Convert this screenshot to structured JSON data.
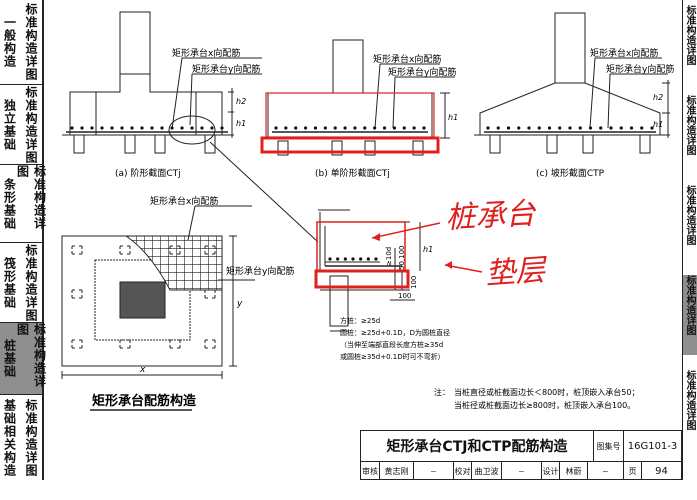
{
  "sidebar": {
    "sections": [
      {
        "col1": "一般构造",
        "col2": "标准构造详图"
      },
      {
        "col1": "独立基础",
        "col2": "标准构造详图"
      },
      {
        "col1": "条形基础",
        "col2": "标准构造详图"
      },
      {
        "col1": "筏形基础",
        "col2": "标准构造详图"
      },
      {
        "col1": "桩基础",
        "col2": "标准构造详图"
      },
      {
        "col1": "基础相关构造",
        "col2": "标准构造详图"
      }
    ]
  },
  "right_edge": [
    "标准构造详图",
    "标准构造详图",
    "标准构造详图",
    "标准构造详图",
    "标准构造详图"
  ],
  "diagrams": {
    "a": {
      "caption": "(a) 阶形截面CTj",
      "x_bar": "矩形承台x向配筋",
      "y_bar": "矩形承台y向配筋",
      "h1": "h1",
      "h2": "h2"
    },
    "b": {
      "caption": "(b) 单阶形截面CTj",
      "x_bar": "矩形承台x向配筋",
      "y_bar": "矩形承台y向配筋",
      "h1": "h1"
    },
    "c": {
      "caption": "(c) 坡形截面CTP",
      "x_bar": "矩形承台x向配筋",
      "y_bar": "矩形承台y向配筋",
      "h1": "h1",
      "h2": "h2"
    },
    "plan": {
      "x_bar": "矩形承台x向配筋",
      "y_bar": "矩形承台y向配筋",
      "x": "x",
      "y": "y",
      "title": "矩形承台配筋构造"
    },
    "detail": {
      "dim_10d": "≥10d",
      "dim_50_100": "50,100",
      "h1": "h1",
      "dim_100a": "100",
      "dim_100b": "100",
      "note1": "方桩：≥25d",
      "note2": "圆桩：≥25d+0.1D，D为圆桩直径",
      "note3": "（当伸至端部直段长度方桩≥35d",
      "note4": "或圆桩≥35d+0.1D时可不弯折）"
    }
  },
  "handwriting": {
    "label1": "桩承台",
    "label2": "垫层",
    "color": "#e0201f"
  },
  "notes": {
    "prefix": "注：",
    "line1": "当桩直径或桩截面边长＜800时，桩顶嵌入承台50；",
    "line2": "当桩径或桩截面边长≥800时，桩顶嵌入承台100。"
  },
  "title_block": {
    "title": "矩形承台CTJ和CTP配筋构造",
    "atlas_label": "图集号",
    "atlas_no": "16G101-3",
    "review_label": "审核",
    "reviewer": "黄志刚",
    "check_label": "校对",
    "checker": "曲卫波",
    "design_label": "设计",
    "designer": "林蔚",
    "page_label": "页",
    "page_no": "94"
  }
}
